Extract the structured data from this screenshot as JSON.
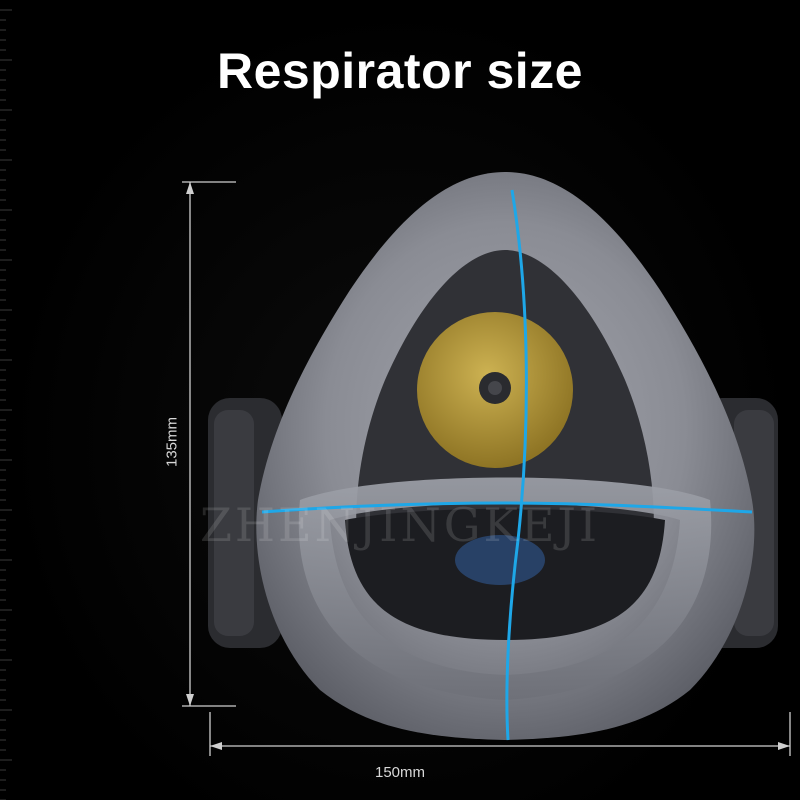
{
  "title": "Respirator size",
  "dimensions": {
    "height_label": "135mm",
    "width_label": "150mm"
  },
  "watermark": "ZHENJINGKEJI",
  "colors": {
    "background": "#000000",
    "mask_body": "#8b8d95",
    "filter_disc": "#b59a3a",
    "measure_line": "#1ea7e8",
    "dimension_line": "#cfcfcf"
  },
  "icons": {
    "product": "half-face-respirator",
    "filter": "gold-filter-disc"
  }
}
